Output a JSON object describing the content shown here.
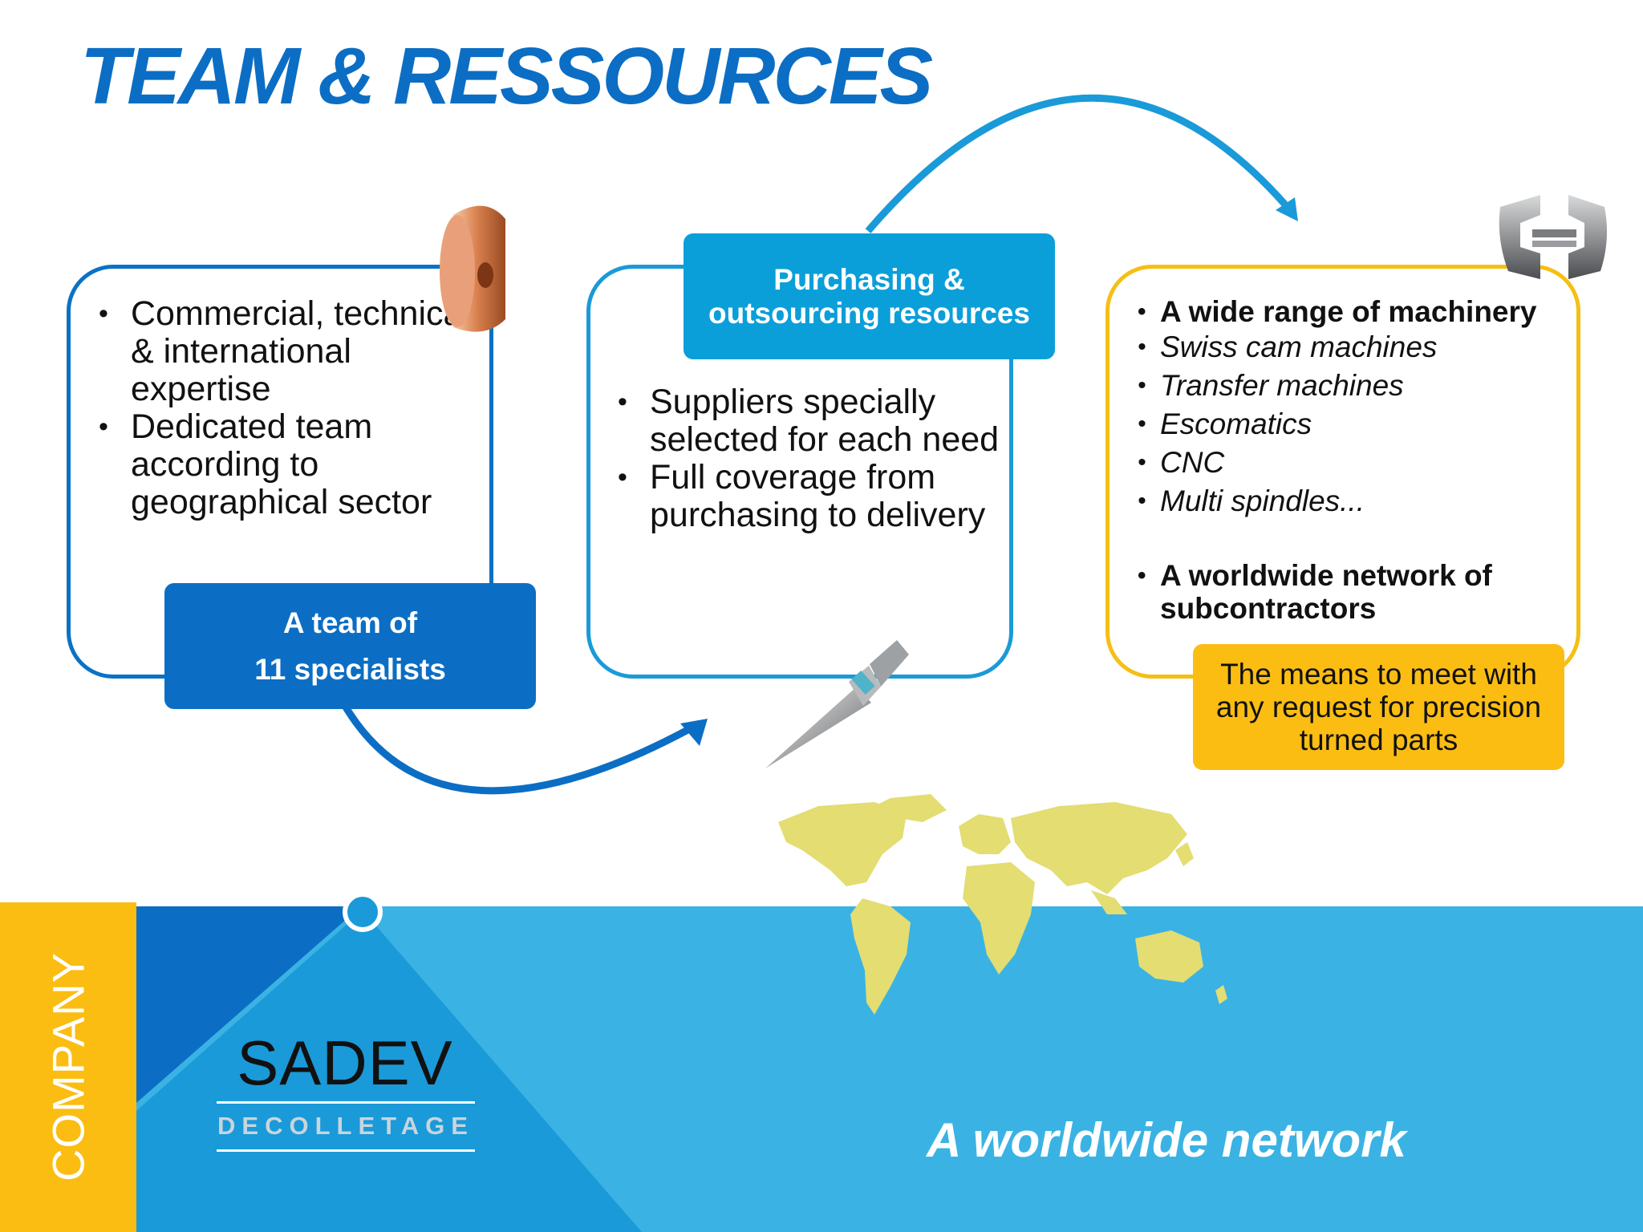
{
  "theme": {
    "title": "#0b6ec4",
    "blue_dark": "#0b6ec4",
    "blue_light": "#0b9fd9",
    "yellow": "#fbbd12",
    "band": "#3ab3e4"
  },
  "title": "TEAM & RESSOURCES",
  "panel1": {
    "items": [
      "Commercial, technical & international expertise",
      "Dedicated team according to geographical sector"
    ],
    "box": {
      "line1": "A team of",
      "line2": "11 specialists"
    }
  },
  "panel2": {
    "box": {
      "line1": "Purchasing &",
      "line2": "outsourcing resources"
    },
    "items": [
      "Suppliers specially selected for each need",
      "Full coverage from purchasing to delivery"
    ]
  },
  "panel3": {
    "heading1": "A wide range of machinery",
    "machines": [
      "Swiss cam machines",
      "Transfer machines",
      "Escomatics",
      "CNC",
      "Multi spindles..."
    ],
    "heading2": "A worldwide network of subcontractors",
    "box": {
      "line1": "The means to meet with",
      "line2": "any request for precision",
      "line3": "turned parts"
    }
  },
  "footer": {
    "section": "COMPANY",
    "logo_name": "SADEV",
    "logo_sub": "DECOLLETAGE",
    "slogan": "A worldwide network"
  },
  "icons": [
    "copper-part-icon",
    "pin-part-icon",
    "steel-part-icon",
    "world-map-icon"
  ]
}
